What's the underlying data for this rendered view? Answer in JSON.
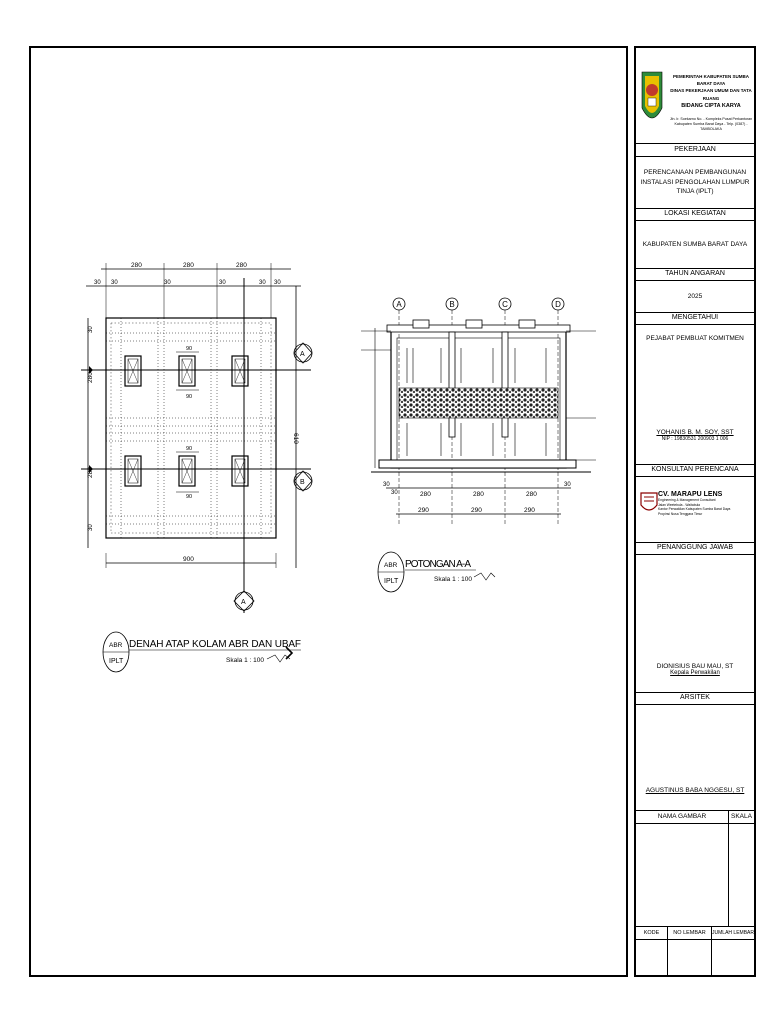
{
  "titleblock": {
    "agency_line1": "PEMERINTAH KABUPATEN SUMBA BARAT DAYA",
    "agency_line2": "DINAS PEKERJAAN UMUM DAN TATA RUANG",
    "agency_line3": "BIDANG CIPTA KARYA",
    "agency_address": "Jln. Ir. Soekarno No. - Kompleks Pusat Perkantoran Kabupaten Sumba Barat Daya - Telp. (0387) - TAMBOLAKA",
    "pekerjaan_label": "PEKERJAAN",
    "pekerjaan_value": "PERENCANAAN PEMBANGUNAN INSTALASI PENGOLAHAN LUMPUR TINJA (IPLT)",
    "lokasi_label": "LOKASI KEGIATAN",
    "lokasi_value": "KABUPATEN SUMBA BARAT DAYA",
    "tahun_label": "TAHUN ANGARAN",
    "tahun_value": "2025",
    "mengetahui_label": "MENGETAHUI",
    "ppk_label": "PEJABAT PEMBUAT KOMITMEN",
    "ppk_name": "YOHANIS B. M. SOY, SST",
    "ppk_nip": "NIP : 19830531 200903 1 006",
    "konsultan_label": "KONSULTAN PERENCANA",
    "konsultan_name": "CV. MARAPU LENS",
    "konsultan_sub1": "Engineering & Management Consultant",
    "konsultan_sub2": "Jalan Weetebula - Waitabula",
    "konsultan_sub3": "Kantor Perwakilan Kabupaten Sumba Barat Daya",
    "konsultan_sub4": "Propinsi Nusa Tenggara Timur",
    "pj_label": "PENANGGUNG JAWAB",
    "pj_name": "DIONISIUS BAU MAU, ST",
    "pj_role": "Kepala Perwakilan",
    "arsitek_label": "ARSITEK",
    "arsitek_name": "AGUSTINUS BABA NGGESU, ST",
    "nama_gambar_label": "NAMA GAMBAR",
    "skala_label": "SKALA",
    "kode_label": "KODE",
    "no_lembar_label": "NO LEMBAR",
    "jumlah_lembar_label": "JUMLAH LEMBAR"
  },
  "plan": {
    "title": "DENAH ATAP KOLAM ABR DAN UBAF",
    "scale": "Skala 1 : 100",
    "tag_top": "ABR",
    "tag_bottom": "IPLT",
    "dim_top": [
      "280",
      "280",
      "280"
    ],
    "dim_30": "30",
    "dim_left_1": "280",
    "dim_left_2": "280",
    "dim_right": "610",
    "dim_bottom": "900",
    "dim_90": "90",
    "section_mark_a": "A",
    "section_mark_b": "B"
  },
  "section": {
    "title": "POTONGAN A-A",
    "scale": "Skala 1 : 100",
    "tag_top": "ABR",
    "tag_bottom": "IPLT",
    "grid": [
      "A",
      "B",
      "C",
      "D"
    ],
    "dim_row1": [
      "30",
      "30",
      "280",
      "280",
      "280",
      "30"
    ],
    "dim_row2": [
      "290",
      "290",
      "290"
    ]
  }
}
